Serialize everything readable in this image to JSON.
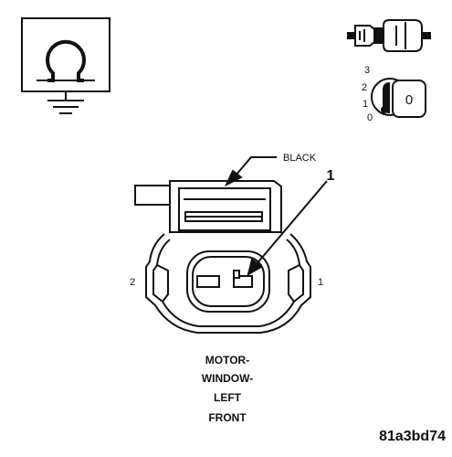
{
  "connector": {
    "color_label": "BLACK",
    "callout_pin": "1",
    "pin_left_label": "2",
    "pin_right_label": "1"
  },
  "caption_lines": [
    "MOTOR-",
    "WINDOW-",
    "LEFT",
    "FRONT"
  ],
  "reference_code": "81a3bd74",
  "ignition_positions": [
    "3",
    "2",
    "1",
    "0"
  ],
  "key_label": "0",
  "icons": {
    "ohmmeter": "ohm-ground-icon",
    "connector_plug": "connector-plug-icon",
    "ignition_key": "ignition-key-icon"
  },
  "colors": {
    "ink": "#111111",
    "background": "#ffffff"
  }
}
